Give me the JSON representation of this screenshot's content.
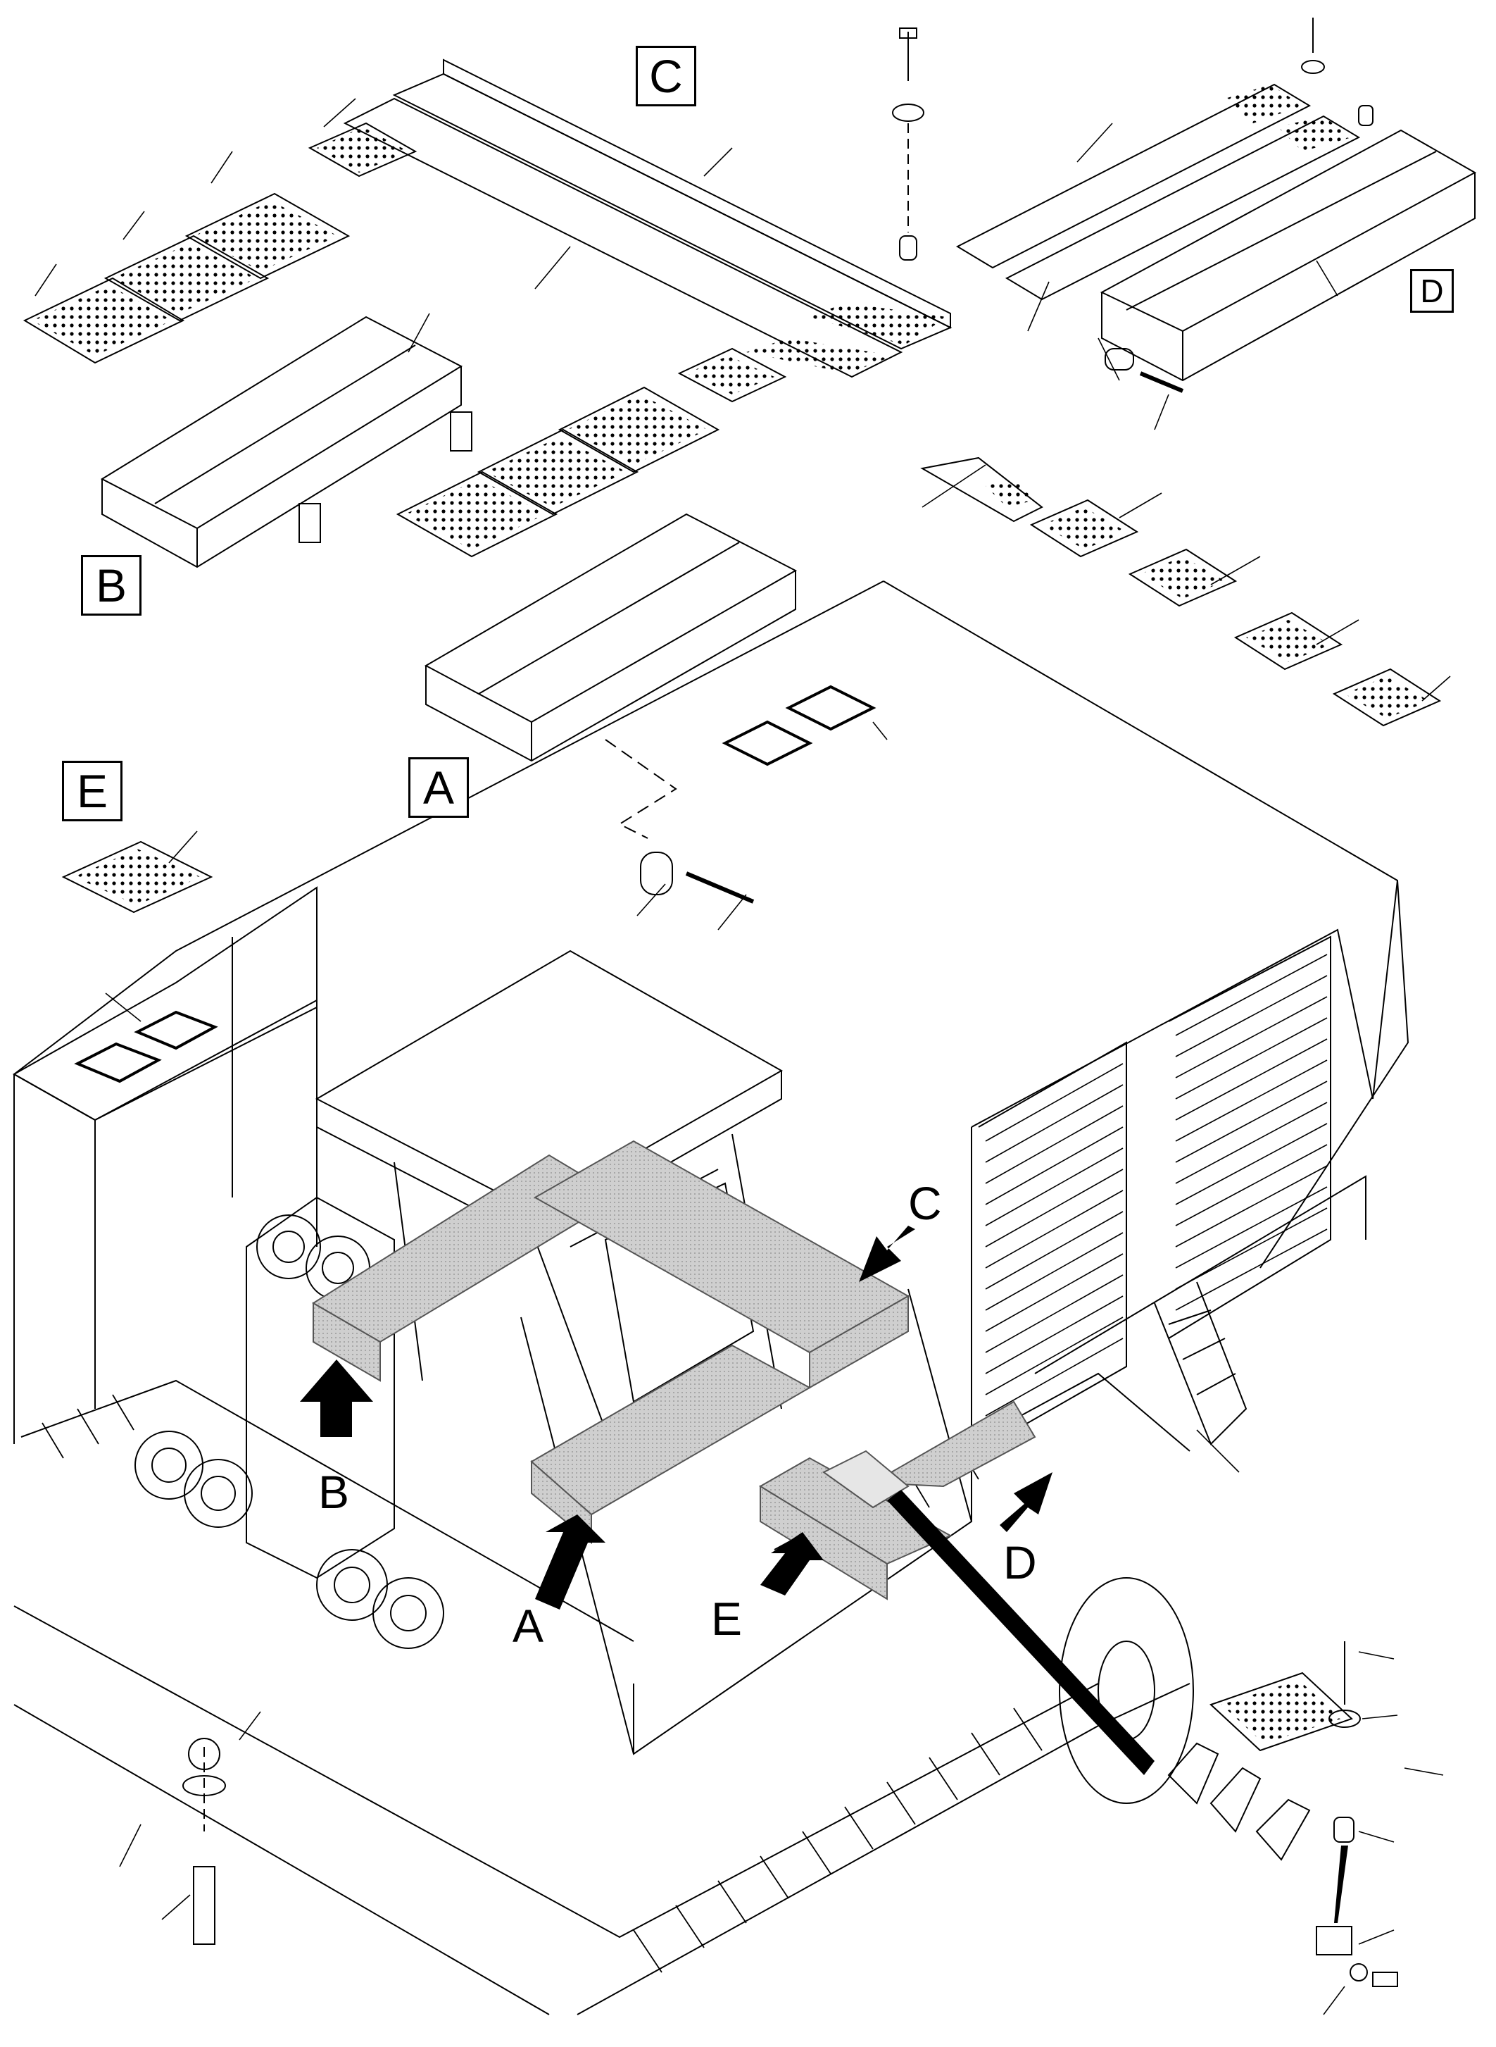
{
  "diagram": {
    "box_labels": {
      "a": "A",
      "b": "B",
      "c": "C",
      "d": "D",
      "e": "E"
    },
    "arrow_labels": {
      "a": "A",
      "b": "B",
      "c": "C",
      "d": "D",
      "e": "E"
    },
    "colors": {
      "line": "#000000",
      "shade": "#c8c8c8",
      "background": "#ffffff",
      "perforation": "#000000"
    }
  }
}
